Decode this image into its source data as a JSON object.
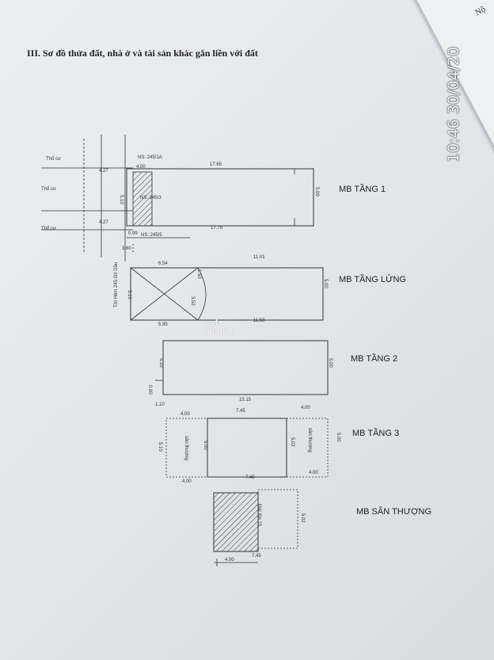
{
  "section_title": "III. Sơ đồ thửa đất, nhà ở và tài sản khác gắn liền với đất",
  "timestamp_stamp": "10:46 30/04/20",
  "corner_text": "Nộ",
  "floors": {
    "floor1": "MB TẦNG 1",
    "mezzanine": "MB TẦNG LỬNG",
    "floor2": "MB TẦNG 2",
    "floor3": "MB TẦNG 3",
    "rooftop": "MB SÂN THƯỢNG"
  },
  "site": {
    "neighbor_top": "Thổ cư",
    "neighbor_mid": "Thổ cư",
    "neighbor_bottom": "Thổ cư",
    "alley": "Tới Hẻm 245 Gò Dầu",
    "ns_top": "NS: 245/1A",
    "ns_mid": "NS: 245/3",
    "ns_bottom": "NS: 245/5",
    "left_dim_top": "4.27",
    "left_dim_bottom": "4.27",
    "top_len": "17.65",
    "bottom_len": "17.75",
    "width": "5.00",
    "left_width": "5.10",
    "small_top": "4.00",
    "small_bottom": "0.99",
    "alley_w": "3.60"
  },
  "mezz": {
    "top_left": "6.54",
    "top_right": "11.01",
    "bottom_left": "5.95",
    "bottom_right": "11.50",
    "left": "5.10",
    "right": "5.00",
    "diag1": "1.50",
    "diag2": "3.52"
  },
  "f2": {
    "left": "5.10",
    "right": "5.00",
    "bottom": "15.15",
    "small": "1.10",
    "small2": "0.90"
  },
  "f3": {
    "top_left": "4.00",
    "top_mid": "7.45",
    "top_right": "4.00",
    "bottom_left": "4.00",
    "bottom_mid": "7.45",
    "bottom_right": "4.00",
    "left": "5.10",
    "mid_left": "5.00",
    "mid_right": "5.02",
    "right": "5.00",
    "roof_left": "sân thượng",
    "roof_right": "sân thượng"
  },
  "roof": {
    "right": "5.02",
    "bottom": "7.45",
    "bottom_left": "4.00",
    "note": "Mái tôn 15"
  },
  "watermark": [
    "rada",
    "nhadat"
  ]
}
